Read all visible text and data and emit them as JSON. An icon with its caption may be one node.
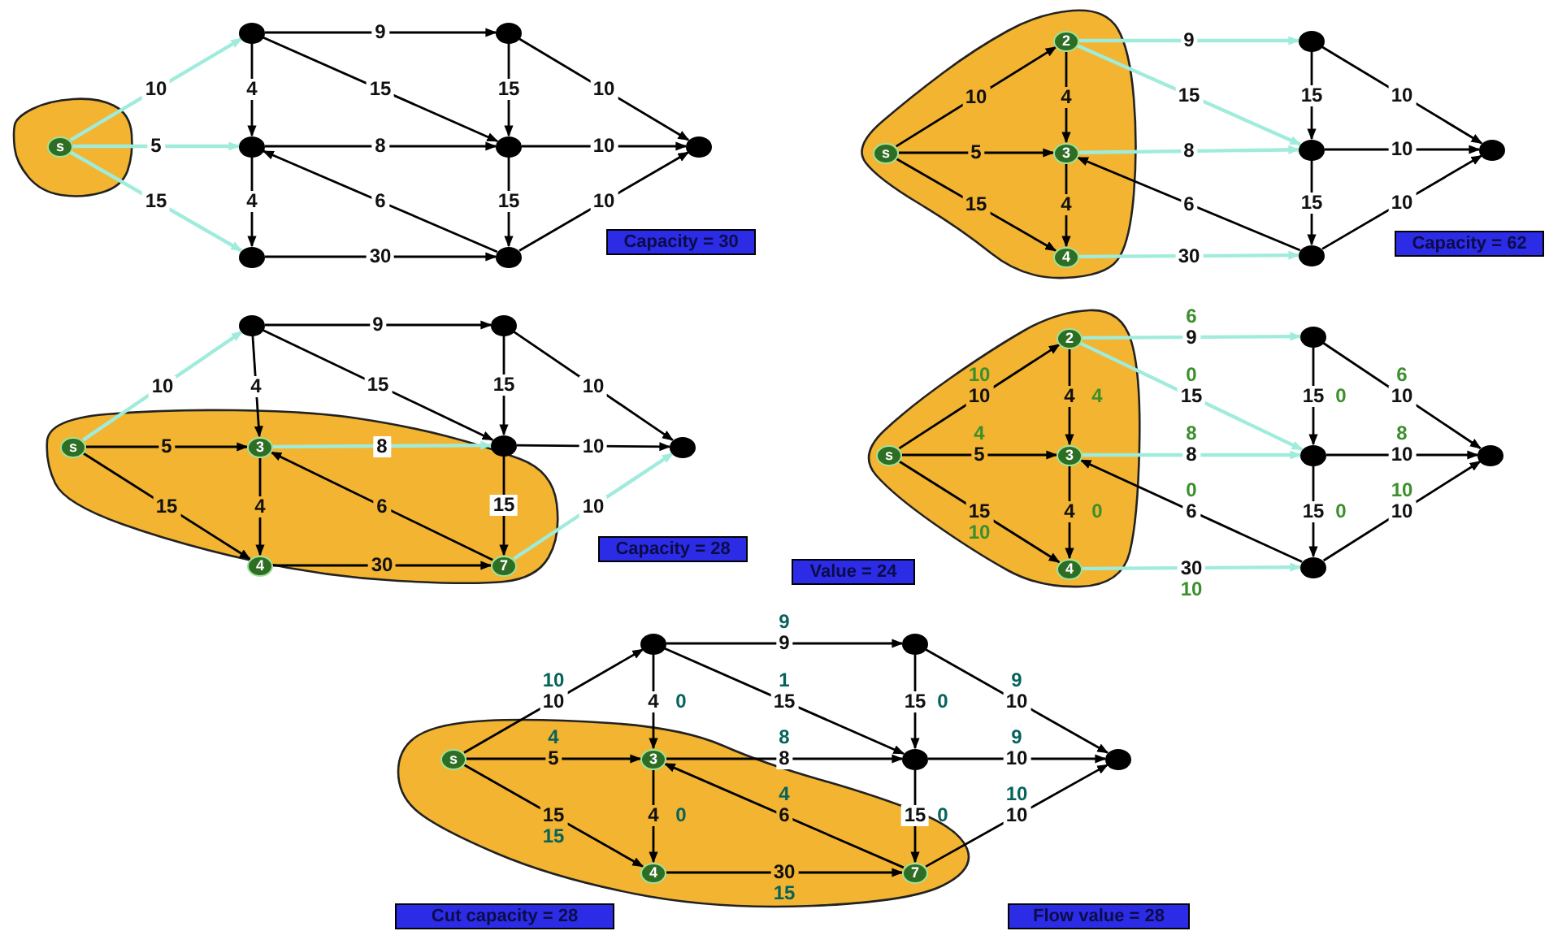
{
  "diagram": {
    "nodes": [
      {
        "text": [],
        "shape": "blob"
      },
      {
        "text": [
          "s"
        ],
        "in": 0
      },
      {
        "text": [],
        "shape": "circle"
      },
      {
        "text": [],
        "shape": "circle"
      },
      {
        "text": [],
        "shape": "circle"
      },
      {
        "text": [],
        "shape": "circle"
      },
      {
        "text": [],
        "shape": "circle"
      },
      {
        "text": [],
        "shape": "circle"
      },
      {
        "text": [],
        "shape": "circle"
      },
      {
        "text": [
          "Capacity = 30"
        ]
      },
      {
        "text": [],
        "shape": "blob"
      },
      {
        "text": [
          "s"
        ],
        "in": 10
      },
      {
        "text": [
          "2"
        ],
        "in": 10
      },
      {
        "text": [
          "3"
        ],
        "in": 10
      },
      {
        "text": [
          "4"
        ],
        "in": 10
      },
      {
        "text": [],
        "shape": "circle"
      },
      {
        "text": [],
        "shape": "circle"
      },
      {
        "text": [],
        "shape": "circle"
      },
      {
        "text": [],
        "shape": "circle"
      },
      {
        "text": [
          "Capacity = 62"
        ]
      },
      {
        "text": [],
        "shape": "blob"
      },
      {
        "text": [
          "s"
        ],
        "in": 20
      },
      {
        "text": [],
        "shape": "circle"
      },
      {
        "text": [
          "3"
        ],
        "in": 20
      },
      {
        "text": [
          "4"
        ],
        "in": 20
      },
      {
        "text": [],
        "shape": "circle"
      },
      {
        "text": [],
        "shape": "circle"
      },
      {
        "text": [
          "7"
        ],
        "in": 20
      },
      {
        "text": [],
        "shape": "circle"
      },
      {
        "text": [
          "Capacity = 28"
        ]
      },
      {
        "text": [],
        "shape": "blob"
      },
      {
        "text": [
          "s"
        ],
        "in": 30
      },
      {
        "text": [
          "2"
        ],
        "in": 30
      },
      {
        "text": [
          "3"
        ],
        "in": 30
      },
      {
        "text": [
          "4"
        ],
        "in": 30
      },
      {
        "text": [],
        "shape": "circle"
      },
      {
        "text": [],
        "shape": "circle"
      },
      {
        "text": [],
        "shape": "circle"
      },
      {
        "text": [],
        "shape": "circle"
      },
      {
        "text": [
          "Value = 24"
        ]
      },
      {
        "text": [],
        "shape": "blob"
      },
      {
        "text": [
          "s"
        ],
        "in": 40
      },
      {
        "text": [],
        "shape": "circle"
      },
      {
        "text": [
          "3"
        ],
        "in": 40
      },
      {
        "text": [
          "4"
        ],
        "in": 40
      },
      {
        "text": [],
        "shape": "circle"
      },
      {
        "text": [],
        "shape": "circle"
      },
      {
        "text": [
          "7"
        ],
        "in": 40
      },
      {
        "text": [],
        "shape": "circle"
      },
      {
        "text": [
          "Cut capacity = 28"
        ]
      },
      {
        "text": [
          "Flow value = 28"
        ]
      }
    ],
    "edges": [
      {
        "from": 1,
        "to": 2,
        "arrow": "to",
        "label": "10",
        "color": "#a0ecdc"
      },
      {
        "from": 1,
        "to": 3,
        "arrow": "to",
        "label": "5",
        "color": "#a0ecdc"
      },
      {
        "from": 1,
        "to": 4,
        "arrow": "to",
        "label": "15",
        "color": "#a0ecdc"
      },
      {
        "from": 2,
        "to": 3,
        "arrow": "to",
        "label": "4"
      },
      {
        "from": 2,
        "to": 5,
        "arrow": "to",
        "label": "9"
      },
      {
        "from": 2,
        "to": 6,
        "arrow": "to",
        "label": "15"
      },
      {
        "from": 3,
        "to": 4,
        "arrow": "to",
        "label": "4"
      },
      {
        "from": 3,
        "to": 6,
        "arrow": "to",
        "label": "8"
      },
      {
        "from": 4,
        "to": 7,
        "arrow": "to",
        "label": "30"
      },
      {
        "from": 5,
        "to": 6,
        "arrow": "to",
        "label": "15"
      },
      {
        "from": 5,
        "to": 8,
        "arrow": "to",
        "label": "10"
      },
      {
        "from": 6,
        "to": 7,
        "arrow": "to",
        "label": "15"
      },
      {
        "from": 6,
        "to": 8,
        "arrow": "to",
        "label": "10"
      },
      {
        "from": 7,
        "to": 3,
        "arrow": "to",
        "label": "6"
      },
      {
        "from": 7,
        "to": 8,
        "arrow": "to",
        "label": "10"
      },
      {
        "from": 11,
        "to": 12,
        "arrow": "to",
        "label": "10"
      },
      {
        "from": 11,
        "to": 13,
        "arrow": "to",
        "label": "5"
      },
      {
        "from": 11,
        "to": 14,
        "arrow": "to",
        "label": "15"
      },
      {
        "from": 12,
        "to": 13,
        "arrow": "to",
        "label": "4"
      },
      {
        "from": 12,
        "to": 15,
        "arrow": "to",
        "label": "9",
        "color": "#a0ecdc"
      },
      {
        "from": 12,
        "to": 16,
        "arrow": "to",
        "label": "15",
        "color": "#a0ecdc"
      },
      {
        "from": 13,
        "to": 14,
        "arrow": "to",
        "label": "4"
      },
      {
        "from": 13,
        "to": 16,
        "arrow": "to",
        "label": "8",
        "color": "#a0ecdc"
      },
      {
        "from": 14,
        "to": 17,
        "arrow": "to",
        "label": "30",
        "color": "#a0ecdc"
      },
      {
        "from": 15,
        "to": 16,
        "arrow": "to",
        "label": "15"
      },
      {
        "from": 15,
        "to": 18,
        "arrow": "to",
        "label": "10"
      },
      {
        "from": 16,
        "to": 17,
        "arrow": "to",
        "label": "15"
      },
      {
        "from": 16,
        "to": 18,
        "arrow": "to",
        "label": "10"
      },
      {
        "from": 17,
        "to": 13,
        "arrow": "to",
        "label": "6"
      },
      {
        "from": 17,
        "to": 18,
        "arrow": "to",
        "label": "10"
      },
      {
        "from": 21,
        "to": 22,
        "arrow": "to",
        "label": "10",
        "color": "#a0ecdc"
      },
      {
        "from": 21,
        "to": 23,
        "arrow": "to",
        "label": "5"
      },
      {
        "from": 21,
        "to": 24,
        "arrow": "to",
        "label": "15"
      },
      {
        "from": 22,
        "to": 23,
        "arrow": "to",
        "label": "4"
      },
      {
        "from": 22,
        "to": 25,
        "arrow": "to",
        "label": "9"
      },
      {
        "from": 22,
        "to": 26,
        "arrow": "to",
        "label": "15"
      },
      {
        "from": 23,
        "to": 24,
        "arrow": "to",
        "label": "4"
      },
      {
        "from": 23,
        "to": 26,
        "arrow": "to",
        "label": "8",
        "color": "#a0ecdc"
      },
      {
        "from": 24,
        "to": 27,
        "arrow": "to",
        "label": "30"
      },
      {
        "from": 25,
        "to": 26,
        "arrow": "to",
        "label": "15"
      },
      {
        "from": 25,
        "to": 28,
        "arrow": "to",
        "label": "10"
      },
      {
        "from": 26,
        "to": 27,
        "arrow": "to",
        "label": "15"
      },
      {
        "from": 26,
        "to": 28,
        "arrow": "to",
        "label": "10"
      },
      {
        "from": 27,
        "to": 23,
        "arrow": "to",
        "label": "6"
      },
      {
        "from": 27,
        "to": 28,
        "arrow": "to",
        "label": "10",
        "color": "#a0ecdc"
      },
      {
        "from": 31,
        "to": 32,
        "arrow": "to",
        "label": "10"
      },
      {
        "from": 31,
        "to": 33,
        "arrow": "to",
        "label": "5"
      },
      {
        "from": 31,
        "to": 34,
        "arrow": "to",
        "label": "15"
      },
      {
        "from": 32,
        "to": 33,
        "arrow": "to",
        "label": "4"
      },
      {
        "from": 32,
        "to": 35,
        "arrow": "to",
        "label": "9",
        "color": "#a0ecdc"
      },
      {
        "from": 32,
        "to": 36,
        "arrow": "to",
        "label": "15",
        "color": "#a0ecdc"
      },
      {
        "from": 33,
        "to": 34,
        "arrow": "to",
        "label": "4"
      },
      {
        "from": 33,
        "to": 36,
        "arrow": "to",
        "label": "8",
        "color": "#a0ecdc"
      },
      {
        "from": 34,
        "to": 37,
        "arrow": "to",
        "label": "30",
        "color": "#a0ecdc"
      },
      {
        "from": 35,
        "to": 36,
        "arrow": "to",
        "label": "15"
      },
      {
        "from": 35,
        "to": 38,
        "arrow": "to",
        "label": "10"
      },
      {
        "from": 36,
        "to": 37,
        "arrow": "to",
        "label": "15"
      },
      {
        "from": 36,
        "to": 38,
        "arrow": "to",
        "label": "10"
      },
      {
        "from": 37,
        "to": 33,
        "arrow": "to",
        "label": "6"
      },
      {
        "from": 37,
        "to": 38,
        "arrow": "to",
        "label": "10"
      },
      {
        "from": 41,
        "to": 42,
        "arrow": "to",
        "label": "10"
      },
      {
        "from": 41,
        "to": 43,
        "arrow": "to",
        "label": "5"
      },
      {
        "from": 41,
        "to": 44,
        "arrow": "to",
        "label": "15"
      },
      {
        "from": 42,
        "to": 43,
        "arrow": "to",
        "label": "4"
      },
      {
        "from": 42,
        "to": 45,
        "arrow": "to",
        "label": "9"
      },
      {
        "from": 42,
        "to": 46,
        "arrow": "to",
        "label": "15"
      },
      {
        "from": 43,
        "to": 44,
        "arrow": "to",
        "label": "4"
      },
      {
        "from": 43,
        "to": 46,
        "arrow": "to",
        "label": "8"
      },
      {
        "from": 44,
        "to": 47,
        "arrow": "to",
        "label": "30"
      },
      {
        "from": 45,
        "to": 46,
        "arrow": "to",
        "label": "15"
      },
      {
        "from": 45,
        "to": 48,
        "arrow": "to",
        "label": "10"
      },
      {
        "from": 46,
        "to": 47,
        "arrow": "to",
        "label": "15"
      },
      {
        "from": 46,
        "to": 48,
        "arrow": "to",
        "label": "10"
      },
      {
        "from": 47,
        "to": 43,
        "arrow": "to",
        "label": "6"
      },
      {
        "from": 47,
        "to": 48,
        "arrow": "to",
        "label": "10"
      }
    ],
    "labels": [
      "10",
      "4",
      "10",
      "4",
      "6",
      "0",
      "0",
      "8",
      "10",
      "0",
      "6",
      "0",
      "8",
      "0",
      "10",
      "10",
      "4",
      "15",
      "0",
      "9",
      "1",
      "0",
      "8",
      "15",
      "0",
      "9",
      "0",
      "9",
      "4",
      "10"
    ]
  }
}
